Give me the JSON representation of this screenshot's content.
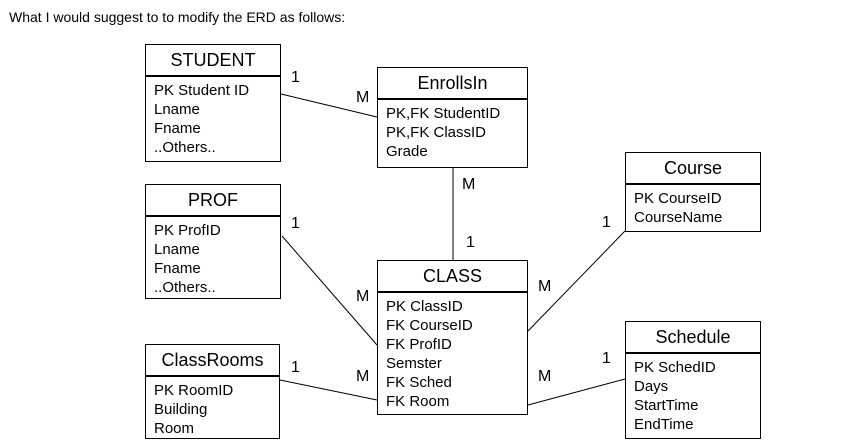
{
  "intro_text": "What I would suggest to to modify the ERD as follows:",
  "entities": {
    "student": {
      "title": "STUDENT",
      "attributes": [
        "PK Student ID",
        "Lname",
        "Fname",
        "..Others.."
      ]
    },
    "enrollsin": {
      "title": "EnrollsIn",
      "attributes": [
        "PK,FK StudentID",
        "PK,FK ClassID",
        "Grade"
      ]
    },
    "course": {
      "title": "Course",
      "attributes": [
        "PK CourseID",
        "CourseName"
      ]
    },
    "prof": {
      "title": "PROF",
      "attributes": [
        "PK ProfID",
        "Lname",
        "Fname",
        "..Others.."
      ]
    },
    "class": {
      "title": "CLASS",
      "attributes": [
        "PK ClassID",
        "FK CourseID",
        "FK ProfID",
        "Semster",
        "FK Sched",
        "FK Room"
      ]
    },
    "classrooms": {
      "title": "ClassRooms",
      "attributes": [
        "PK RoomID",
        "Building",
        "Room"
      ]
    },
    "schedule": {
      "title": "Schedule",
      "attributes": [
        "PK SchedID",
        "Days",
        "StartTime",
        "EndTime"
      ]
    }
  },
  "relationships": {
    "student_enrollsin": {
      "from_card": "1",
      "to_card": "M"
    },
    "enrollsin_class": {
      "from_card": "M",
      "to_card": "1"
    },
    "prof_class": {
      "from_card": "1",
      "to_card": "M"
    },
    "course_class": {
      "from_card": "1",
      "to_card": "M"
    },
    "classrooms_class": {
      "from_card": "1",
      "to_card": "M"
    },
    "schedule_class": {
      "from_card": "1",
      "to_card": "M"
    }
  }
}
